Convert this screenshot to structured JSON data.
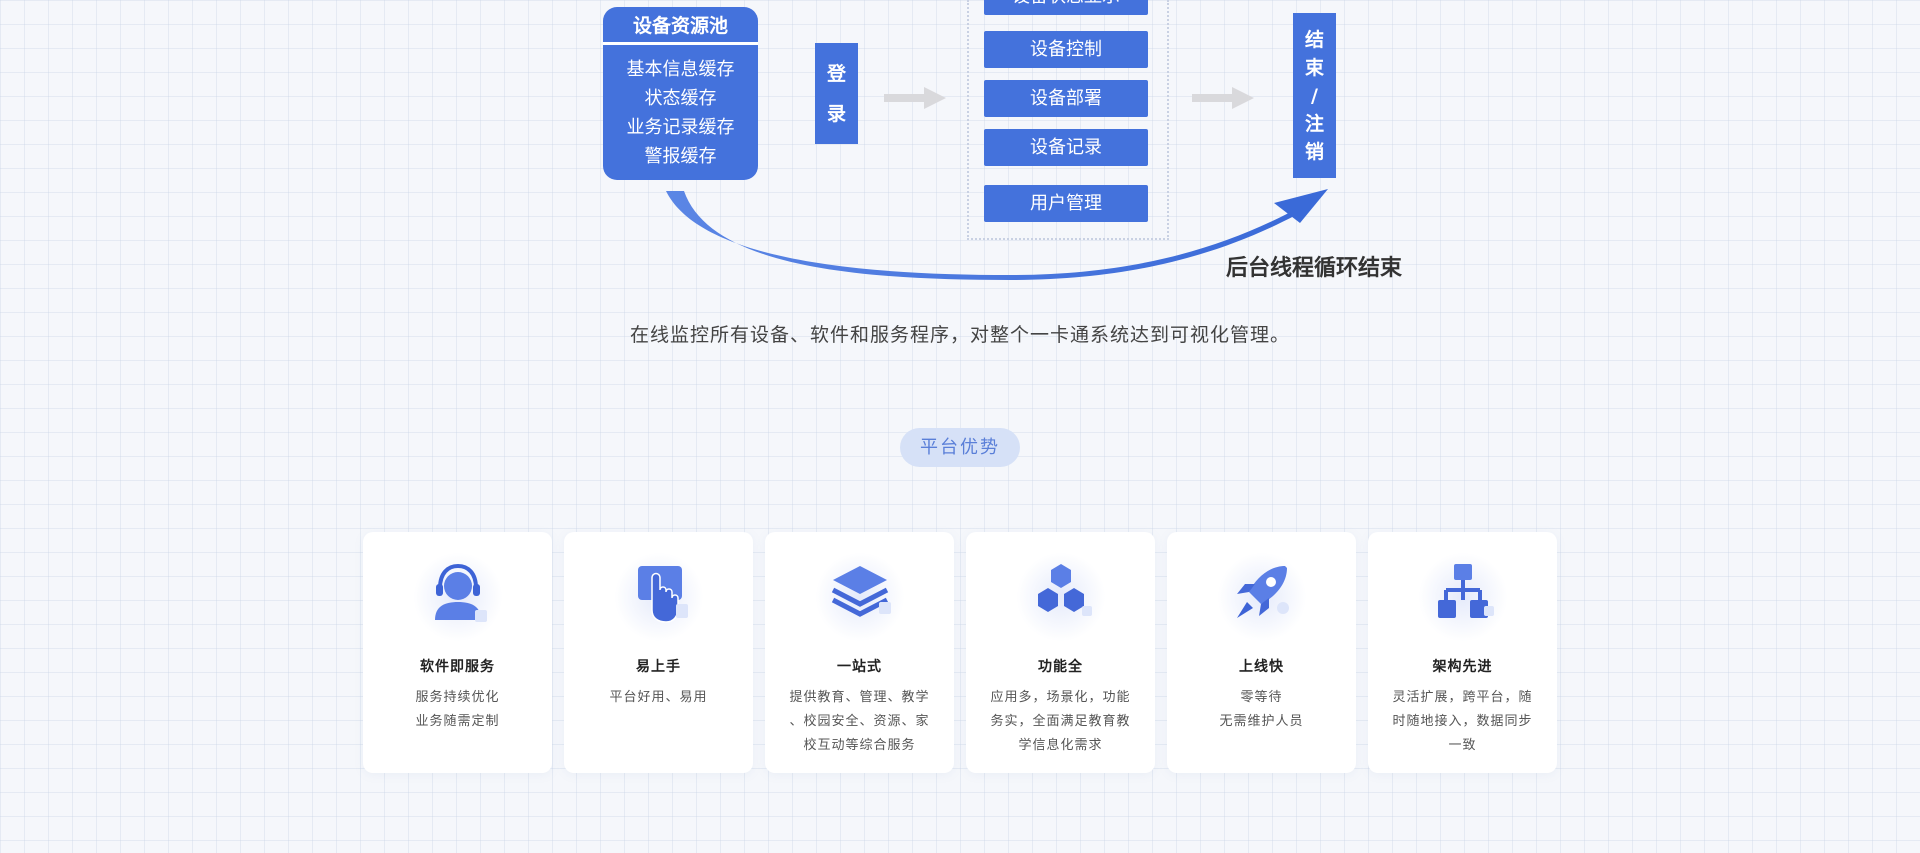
{
  "flow": {
    "pool_title": "设备资源池",
    "pool_items": [
      "基本信息缓存",
      "状态缓存",
      "业务记录缓存",
      "警报缓存"
    ],
    "login": [
      "登",
      "录"
    ],
    "functions": [
      "设备状态显示",
      "设备控制",
      "设备部署",
      "设备记录",
      "用户管理"
    ],
    "end": [
      "结",
      "束",
      "/",
      "注",
      "销"
    ],
    "loop_label": "后台线程循环结束"
  },
  "description": "在线监控所有设备、软件和服务程序，对整个一卡通系统达到可视化管理。",
  "advantages": {
    "title": "平台优势",
    "cards": [
      {
        "icon": "headset-support-icon",
        "title": "软件即服务",
        "desc": [
          "服务持续优化",
          "业务随需定制"
        ]
      },
      {
        "icon": "touch-tap-icon",
        "title": "易上手",
        "desc": [
          "平台好用、易用"
        ]
      },
      {
        "icon": "layers-stack-icon",
        "title": "一站式",
        "desc": [
          "提供教育、管理、教学",
          "、校园安全、资源、家",
          "校互动等综合服务"
        ]
      },
      {
        "icon": "hexagon-cluster-icon",
        "title": "功能全",
        "desc": [
          "应用多，场景化，功能",
          "务实，全面满足教育教",
          "学信息化需求"
        ]
      },
      {
        "icon": "rocket-icon",
        "title": "上线快",
        "desc": [
          "零等待",
          "无需维护人员"
        ]
      },
      {
        "icon": "org-architecture-icon",
        "title": "架构先进",
        "desc": [
          "灵活扩展，跨平台，随",
          "时随地接入，数据同步",
          "一致"
        ]
      }
    ]
  },
  "colors": {
    "primary": "#4472dc",
    "pill_bg": "#d6e1f7",
    "pill_text": "#5a7fd8"
  }
}
